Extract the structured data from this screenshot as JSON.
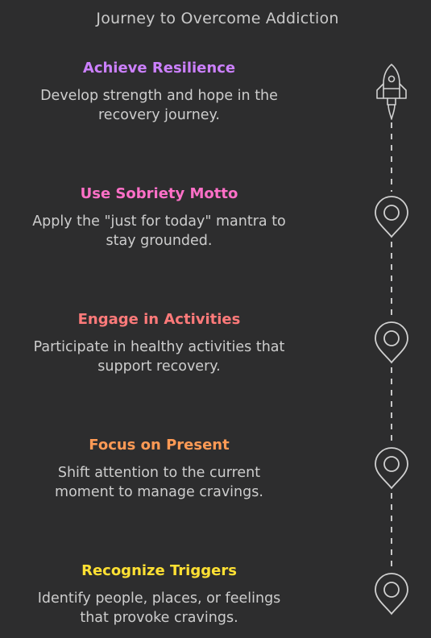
{
  "title": "Journey to Overcome Addiction",
  "steps": [
    {
      "title": "Achieve Resilience",
      "description_line1": "Develop strength and hope in the",
      "description_line2": "recovery journey.",
      "color": "#cc80ff",
      "icon": "rocket-icon"
    },
    {
      "title": "Use Sobriety Motto",
      "description_line1": "Apply the \"just for today\" mantra to",
      "description_line2": "stay grounded.",
      "color": "#ff70c8",
      "icon": "map-pin-icon"
    },
    {
      "title": "Engage in Activities",
      "description_line1": "Participate in healthy activities that",
      "description_line2": "support recovery.",
      "color": "#ff7a7a",
      "icon": "map-pin-icon"
    },
    {
      "title": "Focus on Present",
      "description_line1": "Shift attention to the current",
      "description_line2": "moment to manage cravings.",
      "color": "#ff9a55",
      "icon": "map-pin-icon"
    },
    {
      "title": "Recognize Triggers",
      "description_line1": "Identify people, places, or feelings",
      "description_line2": "that provoke cravings.",
      "color": "#ffe033",
      "icon": "map-pin-icon"
    }
  ]
}
